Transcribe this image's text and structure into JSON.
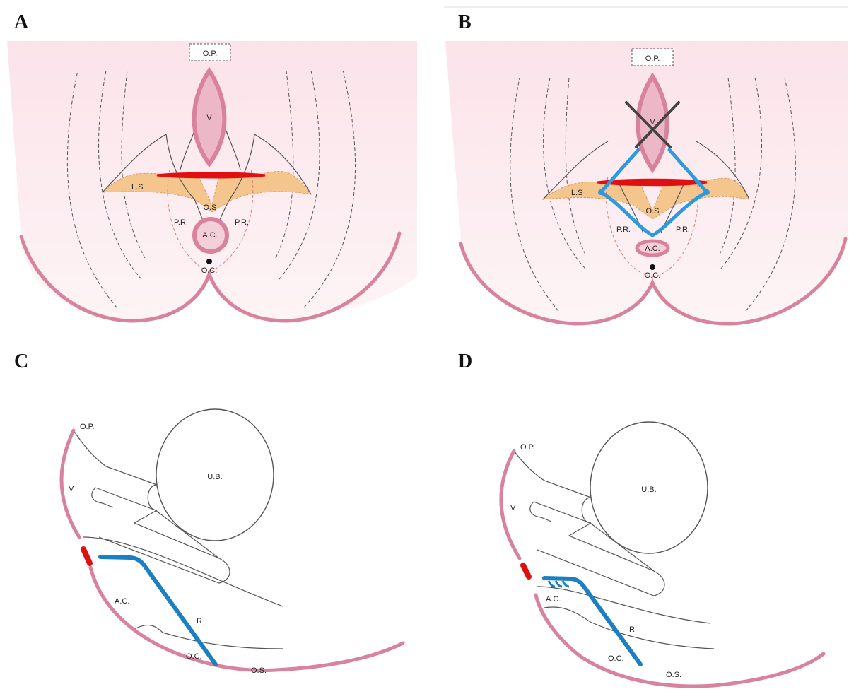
{
  "panels": {
    "a": {
      "letter": "A",
      "labels": {
        "op": "O.P.",
        "v": "V",
        "ls": "L.S",
        "os": "O.S",
        "pr_left": "P.R.",
        "pr_right": "P.R.",
        "ac": "A.C.",
        "oc": "O.C."
      }
    },
    "b": {
      "letter": "B",
      "labels": {
        "op": "O.P.",
        "v": "V",
        "ls": "L.S",
        "os": "O.S",
        "pr_left": "P.R.",
        "pr_right": "P.R.",
        "ac": "A.C.",
        "oc": "O.C."
      }
    },
    "c": {
      "letter": "C",
      "labels": {
        "op": "O.P.",
        "v": "V",
        "ub": "U.B.",
        "ac": "A.C.",
        "r": "R",
        "oc": "O.C.",
        "os": "O.S."
      }
    },
    "d": {
      "letter": "D",
      "labels": {
        "op": "O.P.",
        "v": "V",
        "ub": "U.B.",
        "ac": "A.C.",
        "r": "R",
        "oc": "O.C.",
        "os": "O.S."
      }
    }
  },
  "colors": {
    "skin": "#d9829e",
    "background_tint": "#fcecf0",
    "fat": "#f5c58e",
    "incision": "#e01010",
    "mesh": "#1b7fc4",
    "forceps": "#444444"
  }
}
